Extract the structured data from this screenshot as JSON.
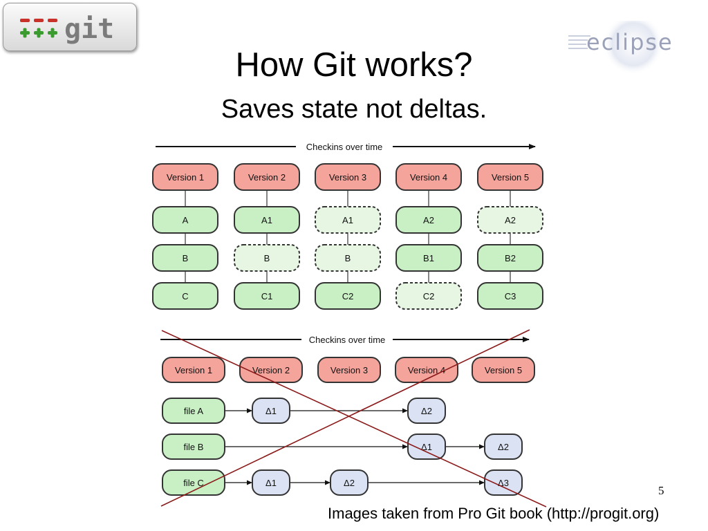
{
  "slide": {
    "title": "How Git works?",
    "subtitle": "Saves state not deltas.",
    "page_number": "5",
    "credit": "Images taken from Pro Git book (http://progit.org)"
  },
  "logos": {
    "git": {
      "text": "git"
    },
    "eclipse": {
      "text": "eclipse"
    }
  },
  "colors": {
    "version_fill": "#f5a49c",
    "file_fill": "#c9f0c4",
    "file_faded_fill": "#e6f6e3",
    "delta_fill": "#dbe2f3",
    "stroke": "#333333",
    "strike": "#8b1a1a"
  },
  "snapshots_diagram": {
    "axis_label": "Checkins over time",
    "columns": [
      {
        "version": "Version 1",
        "files": [
          {
            "label": "A",
            "changed": true
          },
          {
            "label": "B",
            "changed": true
          },
          {
            "label": "C",
            "changed": true
          }
        ]
      },
      {
        "version": "Version 2",
        "files": [
          {
            "label": "A1",
            "changed": true
          },
          {
            "label": "B",
            "changed": false
          },
          {
            "label": "C1",
            "changed": true
          }
        ]
      },
      {
        "version": "Version 3",
        "files": [
          {
            "label": "A1",
            "changed": false
          },
          {
            "label": "B",
            "changed": false
          },
          {
            "label": "C2",
            "changed": true
          }
        ]
      },
      {
        "version": "Version 4",
        "files": [
          {
            "label": "A2",
            "changed": true
          },
          {
            "label": "B1",
            "changed": true
          },
          {
            "label": "C2",
            "changed": false
          }
        ]
      },
      {
        "version": "Version 5",
        "files": [
          {
            "label": "A2",
            "changed": false
          },
          {
            "label": "B2",
            "changed": true
          },
          {
            "label": "C3",
            "changed": true
          }
        ]
      }
    ]
  },
  "deltas_diagram": {
    "axis_label": "Checkins over time",
    "crossed_out": true,
    "versions": [
      "Version 1",
      "Version 2",
      "Version 3",
      "Version 4",
      "Version 5"
    ],
    "rows": [
      {
        "file": "file A",
        "deltas": [
          {
            "col": 1,
            "label": "Δ1"
          },
          {
            "col": 3,
            "label": "Δ2"
          }
        ]
      },
      {
        "file": "file B",
        "deltas": [
          {
            "col": 3,
            "label": "Δ1"
          },
          {
            "col": 4,
            "label": "Δ2"
          }
        ]
      },
      {
        "file": "file C",
        "deltas": [
          {
            "col": 1,
            "label": "Δ1"
          },
          {
            "col": 2,
            "label": "Δ2"
          },
          {
            "col": 4,
            "label": "Δ3"
          }
        ]
      }
    ]
  }
}
